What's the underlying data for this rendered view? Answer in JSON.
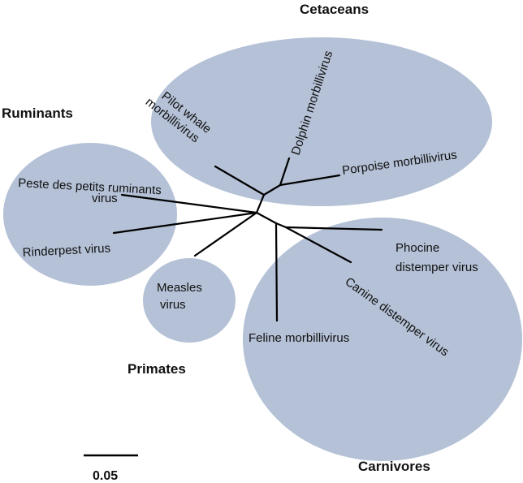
{
  "colors": {
    "cluster_fill": "#b4c1d6",
    "branch": "#000000",
    "text": "#111111"
  },
  "groups": {
    "cetaceans": "Cetaceans",
    "ruminants": "Ruminants",
    "primates": "Primates",
    "carnivores": "Carnivores"
  },
  "leaves": {
    "pilot_whale_line1": "Pilot whale",
    "pilot_whale_line2": "morbillivirus",
    "dolphin": "Dolphin morbillivirus",
    "porpoise": "Porpoise morbillivirus",
    "pprv_line1": "Peste des petits ruminants",
    "pprv_line2": "virus",
    "rinderpest": "Rinderpest virus",
    "measles_line1": "Measles",
    "measles_line2": "virus",
    "phocine_line1": "Phocine",
    "phocine_line2": "distemper virus",
    "canine": "Canine distemper virus",
    "feline": "Feline morbillivirus"
  },
  "scale_bar": {
    "label": "0.05"
  }
}
